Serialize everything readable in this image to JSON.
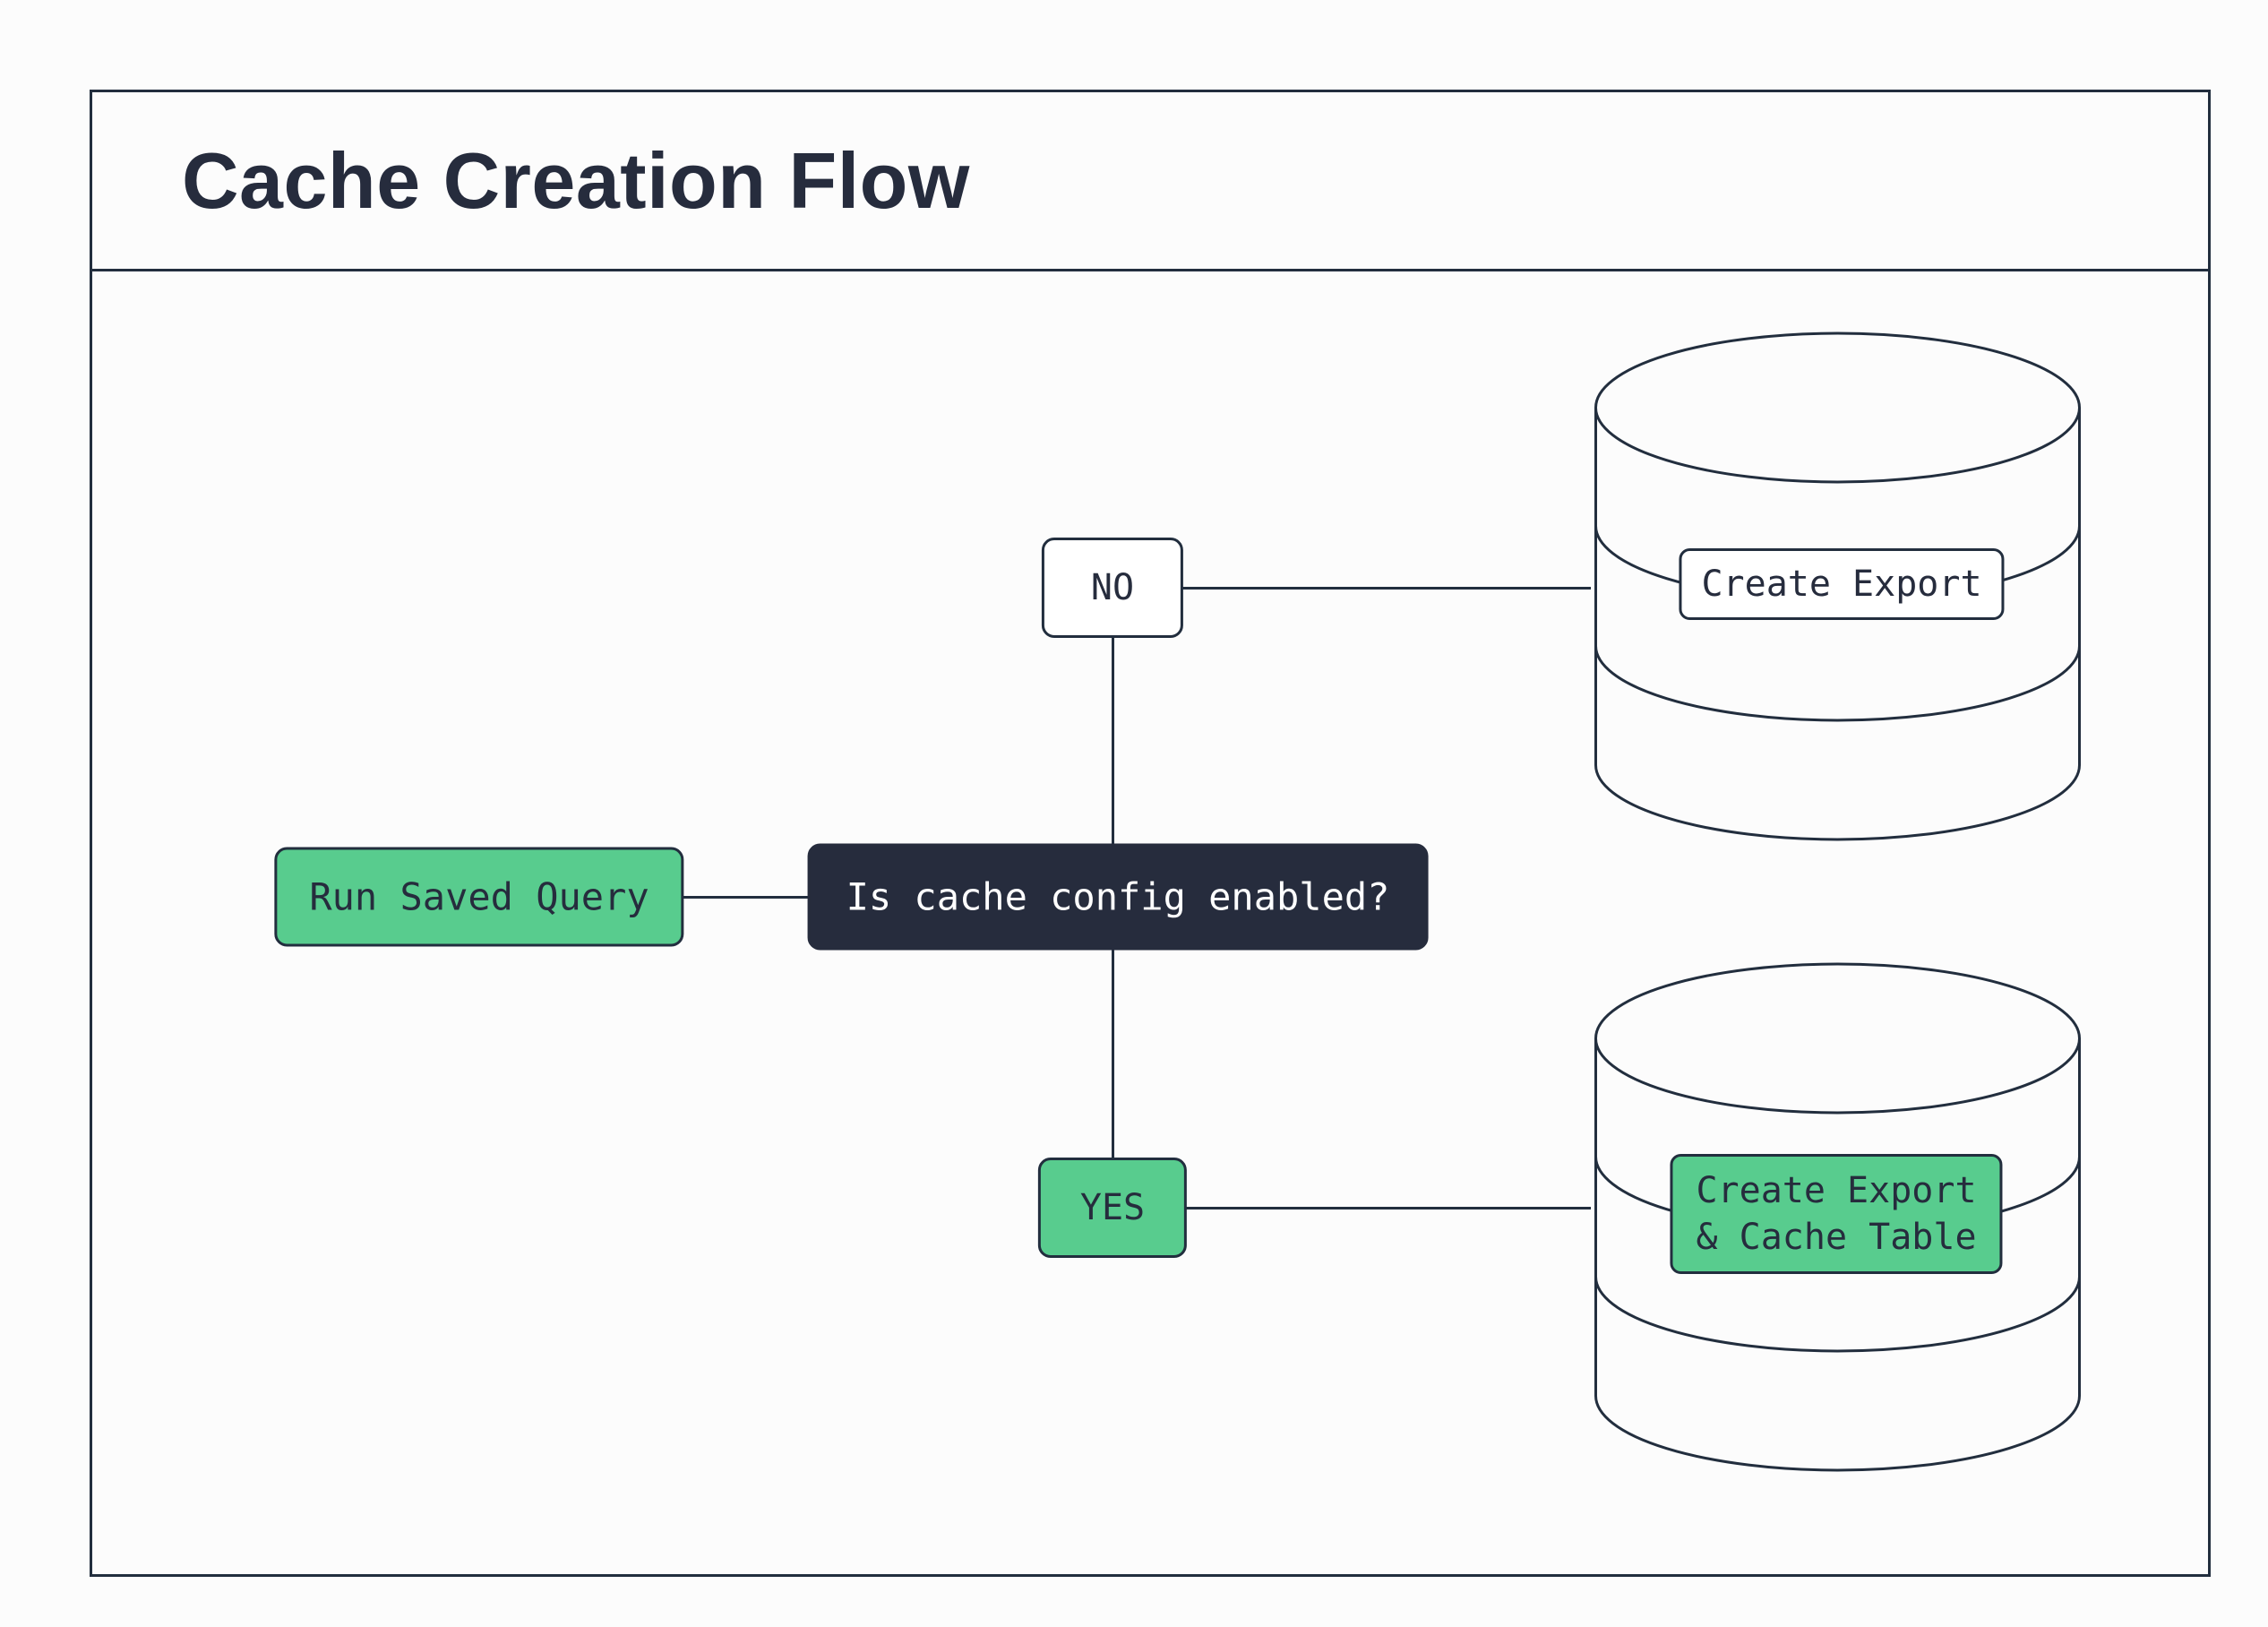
{
  "title": "Cache Creation Flow",
  "nodes": {
    "run_saved_query": {
      "label": "Run Saved Query"
    },
    "decision": {
      "label": "Is cache config enabled?"
    },
    "no_branch": {
      "label": "NO"
    },
    "yes_branch": {
      "label": "YES"
    }
  },
  "databases": {
    "export_db": {
      "icon": "database-icon",
      "label": "Create Export"
    },
    "cache_db": {
      "icon": "database-icon",
      "label_line1": "Create Export",
      "label_line2": "& Cache Table"
    }
  },
  "colors": {
    "accent_green": "#58CC8E",
    "dark_navy": "#262C3D",
    "outline": "#222E3E",
    "background": "#FCFCFC"
  }
}
